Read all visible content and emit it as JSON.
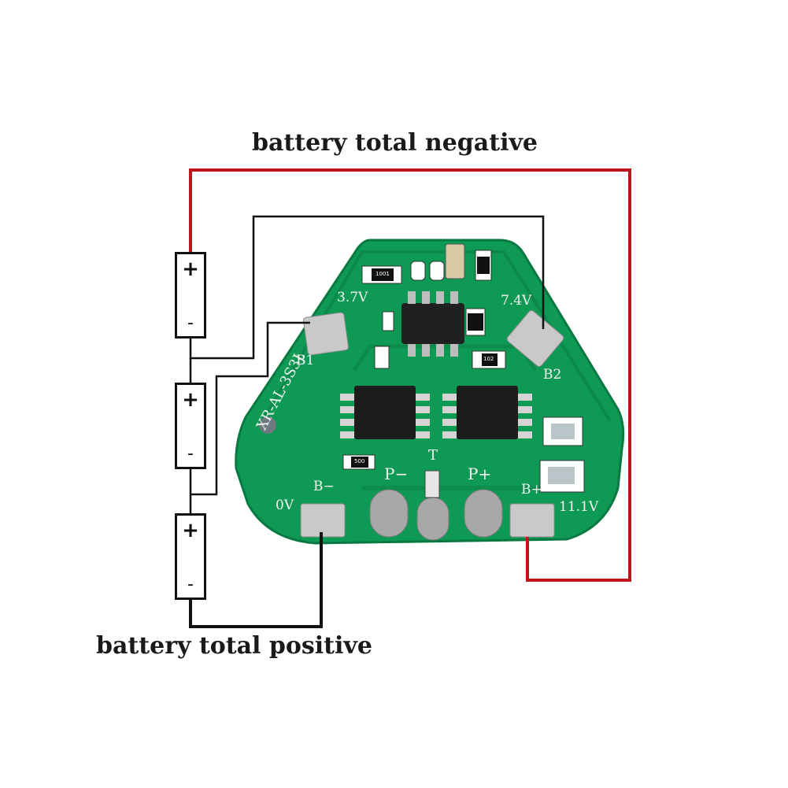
{
  "labels": {
    "top": "battery total negative",
    "bottom": "battery total positive"
  },
  "battery": {
    "plus": "+",
    "minus": "-"
  },
  "pcb": {
    "silkscreen_b1": "B1",
    "silkscreen_b2": "B2",
    "silkscreen_b_minus": "B−",
    "silkscreen_b_plus": "B+",
    "silkscreen_p_minus": "P−",
    "silkscreen_p_plus": "P+",
    "silkscreen_t": "T",
    "v0": "0V",
    "v37": "3.7V",
    "v74": "7.4V",
    "v111": "11.1V",
    "board_name": "XR-AL-3S3J.",
    "res_1": "1001",
    "res_2": "500",
    "res_3": "102"
  },
  "colors": {
    "pcb_green": "#0e9a54",
    "wire_red": "#c0161b",
    "wire_black": "#111111",
    "pad_silver": "#c9c9c9"
  }
}
